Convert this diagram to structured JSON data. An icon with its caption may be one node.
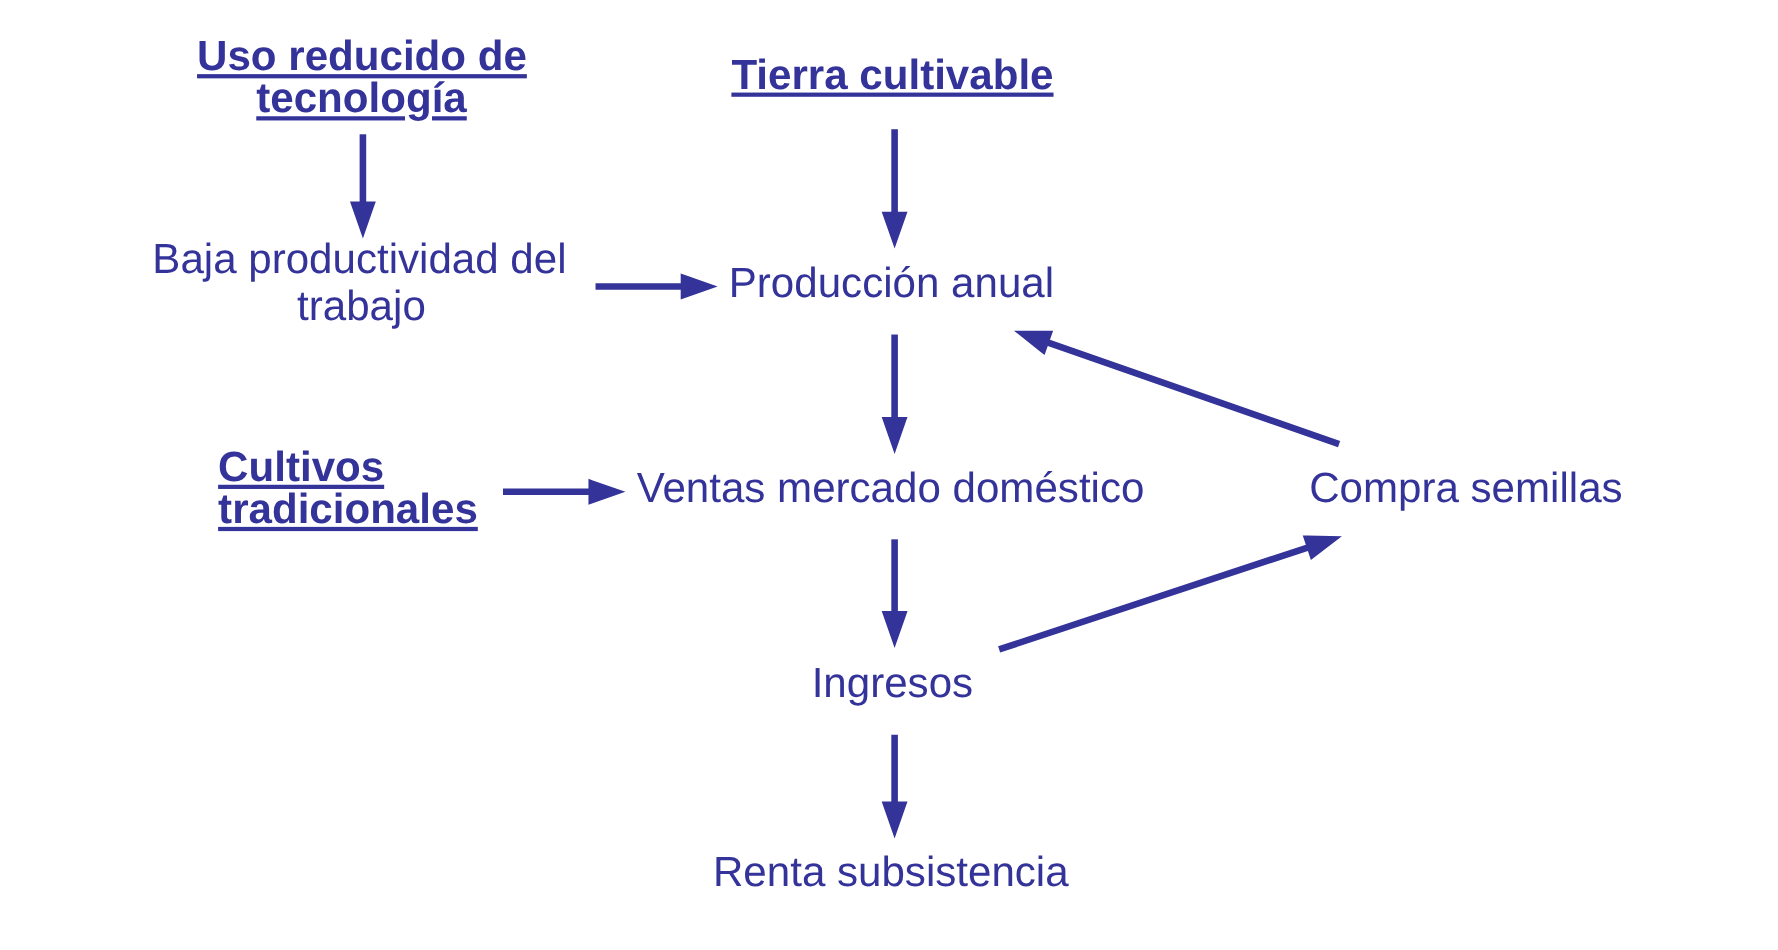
{
  "diagram": {
    "nodes": [
      {
        "text": [
          "Uso reducido de tecnología"
        ]
      },
      {
        "text": [
          "Tierra cultivable"
        ]
      },
      {
        "text": [
          "Baja productividad del trabajo"
        ]
      },
      {
        "text": [
          "Producción anual"
        ]
      },
      {
        "text": [
          "Cultivos tradicionales"
        ]
      },
      {
        "text": [
          "Ventas mercado doméstico"
        ]
      },
      {
        "text": [
          "Compra semillas"
        ]
      },
      {
        "text": [
          "Ingresos"
        ]
      },
      {
        "text": [
          "Renta subsistencia"
        ]
      }
    ],
    "edges": [
      {
        "from": 0,
        "to": 2,
        "arrow": "to"
      },
      {
        "from": 1,
        "to": 3,
        "arrow": "to"
      },
      {
        "from": 2,
        "to": 3,
        "arrow": "to"
      },
      {
        "from": 3,
        "to": 5,
        "arrow": "to"
      },
      {
        "from": 4,
        "to": 5,
        "arrow": "to"
      },
      {
        "from": 5,
        "to": 7,
        "arrow": "to"
      },
      {
        "from": 7,
        "to": 6,
        "arrow": "to"
      },
      {
        "from": 6,
        "to": 3,
        "arrow": "to"
      },
      {
        "from": 7,
        "to": 8,
        "arrow": "to"
      }
    ]
  }
}
